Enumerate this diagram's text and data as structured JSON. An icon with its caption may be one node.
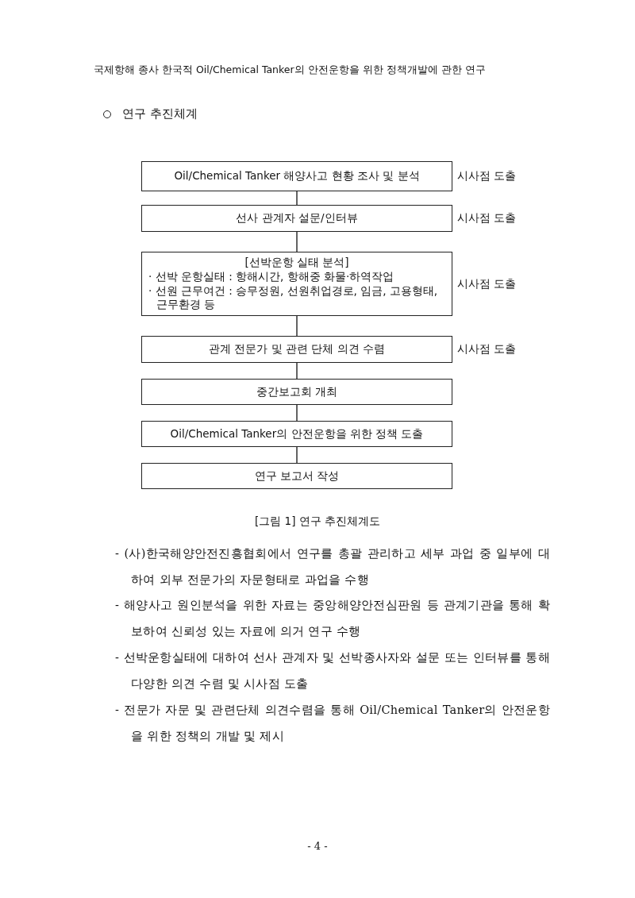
{
  "diagram": {
    "title": "연구 추진체계",
    "caption": "[그림 1] 연구 추진체계도",
    "nodes": [
      {
        "text": [
          "Oil/Chemical Tanker 해양사고 현황 조사 및 분석"
        ],
        "beside": [
          "시사점 도출"
        ]
      },
      {
        "text": [
          "선사 관계자 설문/인터뷰"
        ],
        "beside": [
          "시사점 도출"
        ]
      },
      {
        "text": [
          "[선박운항 실태 분석]",
          "· 선박 운항실태 : 항해시간, 항해중 화물·하역작업",
          "· 선원 근무여건 : 승무정원, 선원취업경로, 임금, 고용형태, 근무환경 등"
        ],
        "beside": [
          "시사점 도출"
        ]
      },
      {
        "text": [
          "관계 전문가 및 관련 단체 의견 수렴"
        ],
        "beside": [
          "시사점 도출"
        ]
      },
      {
        "text": [
          "중간보고회 개최"
        ]
      },
      {
        "text": [
          "Oil/Chemical Tanker의 안전운항을 위한 정책 도출"
        ]
      },
      {
        "text": [
          "연구 보고서 작성"
        ]
      }
    ],
    "edges": [
      {
        "from": 0,
        "to": 1,
        "arrow": "none"
      },
      {
        "from": 1,
        "to": 2,
        "arrow": "none"
      },
      {
        "from": 2,
        "to": 3,
        "arrow": "none"
      },
      {
        "from": 3,
        "to": 4,
        "arrow": "none"
      },
      {
        "from": 4,
        "to": 5,
        "arrow": "none"
      },
      {
        "from": 5,
        "to": 6,
        "arrow": "none"
      }
    ],
    "labels": [
      "국제항해 종사 한국적 Oil/Chemical Tanker의 안전운항을 위한 정책개발에 관한 연구",
      "- (사)한국해양안전진흥협회에서 연구를 총괄 관리하고 세부 과업 중 일부에 대하여 외부 전문가의 자문형태로 과업을 수행",
      "- 해양사고 원인분석을 위한 자료는 중앙해양안전심판원 등 관계기관을 통해 확보하여 신뢰성 있는 자료에 의거 연구 수행",
      "- 선박운항실태에 대하여 선사 관계자 및 선박종사자와 설문 또는 인터뷰를 통해 다양한 의견 수렴 및 시사점 도출",
      "- 전문가 자문 및 관련단체 의견수렴을 통해 Oil/Chemical Tanker의 안전운항을 위한 정책의 개발 및 제시",
      "- 4 -"
    ]
  }
}
